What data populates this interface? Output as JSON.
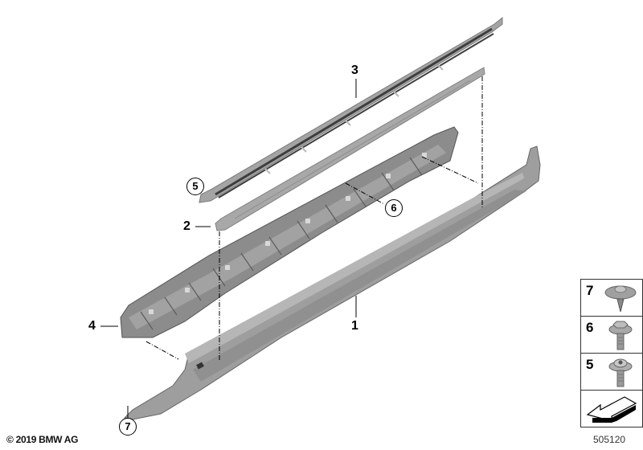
{
  "diagram": {
    "title": "Rocker panel / side sill trim parts diagram",
    "callouts": [
      {
        "id": "1",
        "label": "1",
        "part": "side-skirt-outer-panel"
      },
      {
        "id": "2",
        "label": "2",
        "part": "sill-strip"
      },
      {
        "id": "3",
        "label": "3",
        "part": "entrance-cover-strip"
      },
      {
        "id": "4",
        "label": "4",
        "part": "side-skirt-carrier"
      },
      {
        "id": "5",
        "label": "5",
        "part": "screw-ref",
        "circled": true
      },
      {
        "id": "6",
        "label": "6",
        "part": "bolt-ref",
        "circled": true
      },
      {
        "id": "7",
        "label": "7",
        "part": "expanding-rivet-ref",
        "circled": true
      }
    ],
    "fastener_legend": [
      {
        "number": "7",
        "icon": "expanding-rivet-icon"
      },
      {
        "number": "6",
        "icon": "hex-bolt-icon"
      },
      {
        "number": "5",
        "icon": "pan-head-screw-icon"
      },
      {
        "number": "",
        "icon": "direction-arrow-icon"
      }
    ],
    "copyright": "© 2019 BMW AG",
    "figure_number": "505120",
    "colors": {
      "part_fill": "#9a9a9a",
      "part_dark": "#6e6e6e",
      "part_light": "#b8b8b8",
      "line": "#000000",
      "background": "#ffffff"
    }
  }
}
